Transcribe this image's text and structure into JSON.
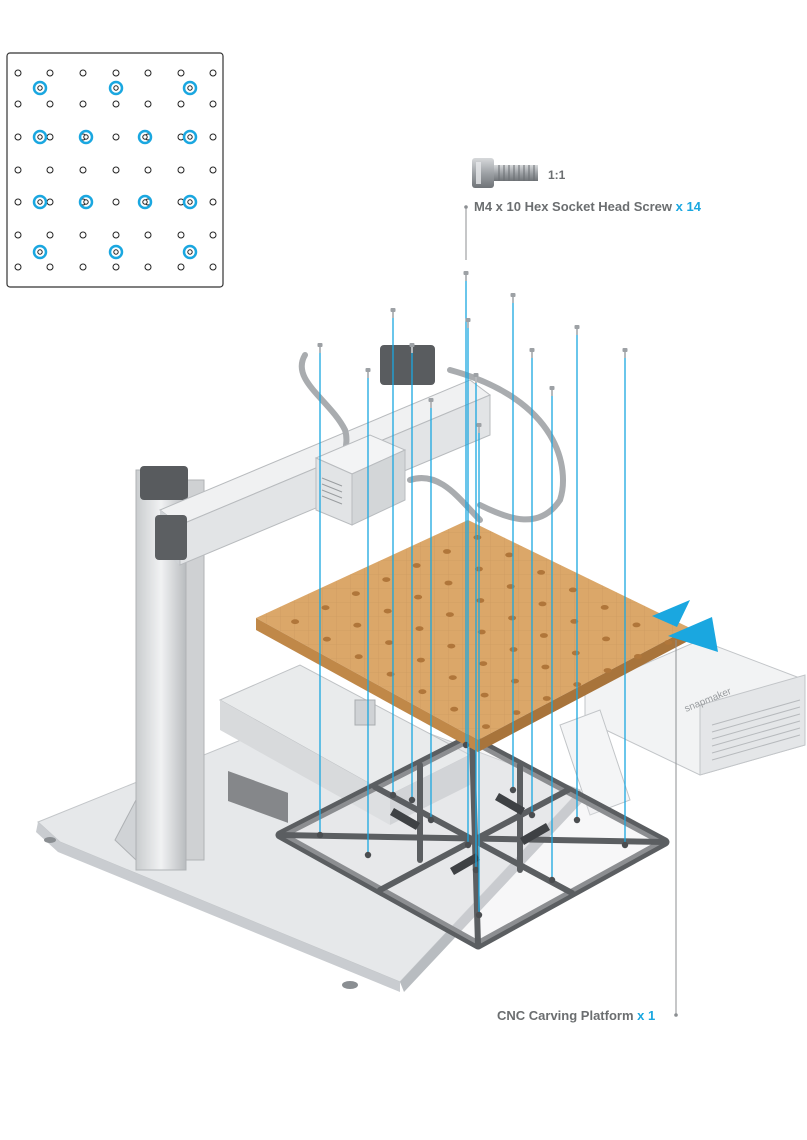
{
  "parts": {
    "screw": {
      "name": "M4 x 10 Hex Socket Head Screw",
      "qty": "x 14",
      "scale": "1:1"
    },
    "platform": {
      "name": "CNC Carving Platform",
      "qty": "x 1"
    }
  },
  "brand_text": "snapmaker",
  "colors": {
    "accent": "#1aa7e0",
    "label": "#6b6e70",
    "wood": "#d9a56c",
    "metal": "#e4e6e8"
  },
  "icons": [
    "hex-socket-screw-icon",
    "insertion-arrow-icon"
  ]
}
